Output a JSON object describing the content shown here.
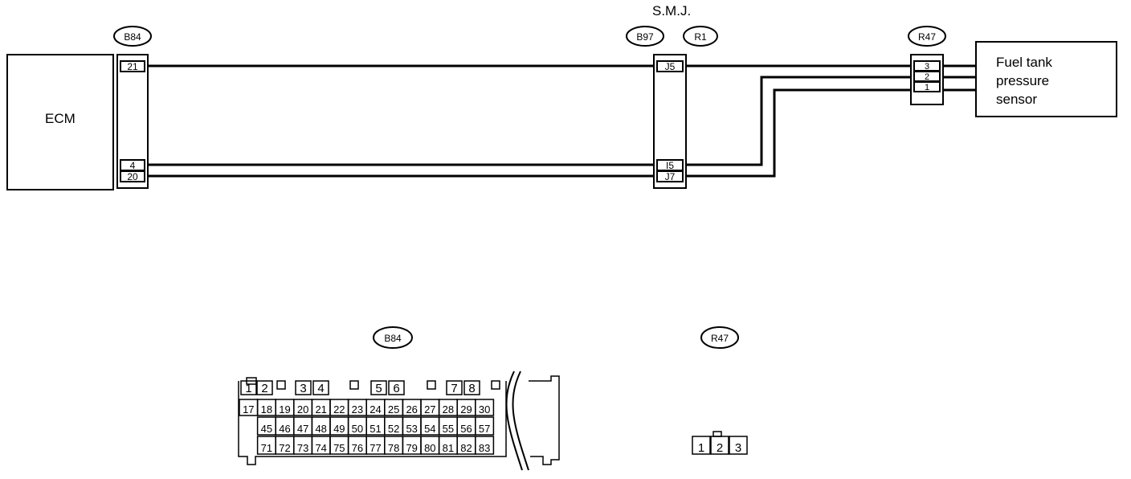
{
  "wiring": {
    "components": {
      "ecm": "ECM",
      "sensor_line1": "Fuel tank",
      "sensor_line2": "pressure",
      "sensor_line3": "sensor",
      "smj_label": "S.M.J."
    },
    "connector_ids": {
      "ecm": "B84",
      "smj_left": "B97",
      "smj_right": "R1",
      "sensor": "R47"
    },
    "ecm_pins": {
      "top": "21",
      "mid": "4",
      "bottom": "20"
    },
    "smj_pins": {
      "top": "J5",
      "mid": "I5",
      "bottom": "J7"
    },
    "sensor_pins": {
      "top": "3",
      "mid": "2",
      "bottom": "1"
    }
  },
  "connector_views": {
    "b84": {
      "id": "B84",
      "row1": [
        "1",
        "2",
        "3",
        "4",
        "5",
        "6",
        "7",
        "8"
      ],
      "row2": [
        "17",
        "18",
        "19",
        "20",
        "21",
        "22",
        "23",
        "24",
        "25",
        "26",
        "27",
        "28",
        "29",
        "30"
      ],
      "row3": [
        "45",
        "46",
        "47",
        "48",
        "49",
        "50",
        "51",
        "52",
        "53",
        "54",
        "55",
        "56",
        "57"
      ],
      "row4": [
        "71",
        "72",
        "73",
        "74",
        "75",
        "76",
        "77",
        "78",
        "79",
        "80",
        "81",
        "82",
        "83"
      ]
    },
    "r47": {
      "id": "R47",
      "pins": [
        "1",
        "2",
        "3"
      ]
    }
  }
}
